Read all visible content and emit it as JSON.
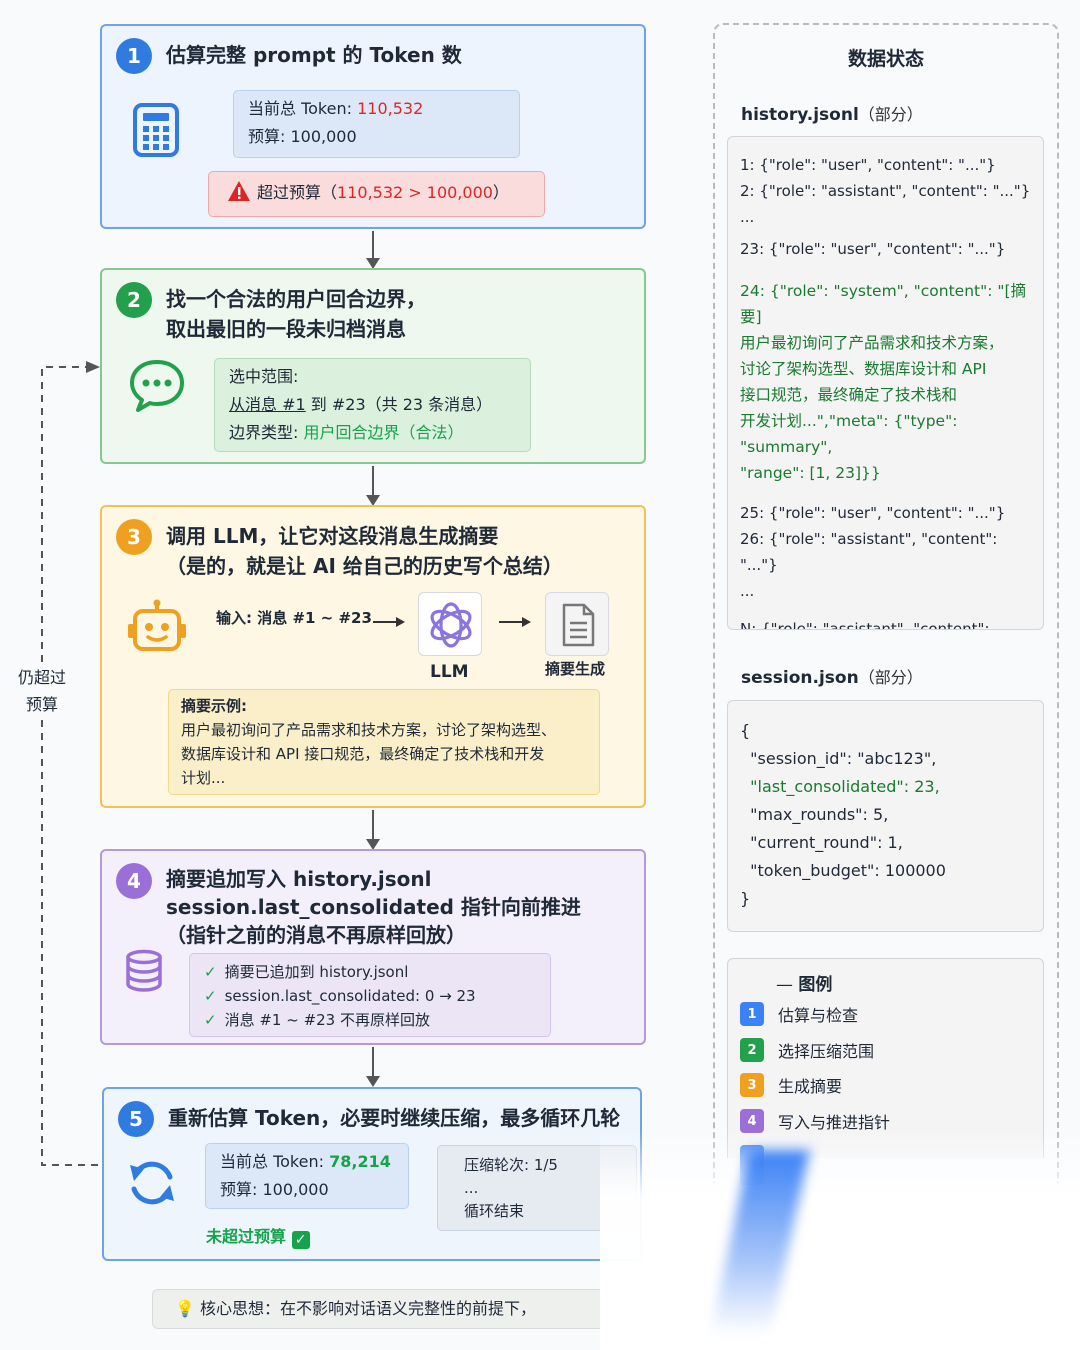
{
  "step1": {
    "num": "1",
    "title": "估算完整 prompt 的 Token 数",
    "current_label": "当前总 Token: ",
    "current_value": "110,532",
    "budget": "预算: 100,000",
    "warn_label": "超过预算（",
    "warn_value": "110,532 > 100,000",
    "warn_end": "）"
  },
  "step2": {
    "num": "2",
    "title_line1": "找一个合法的用户回合边界，",
    "title_line2": "取出最旧的一段未归档消息",
    "range_label": "选中范围:",
    "range_link": "从消息 #1",
    "range_rest": " 到 #23（共 23 条消息）",
    "boundary_label": "边界类型: ",
    "boundary_value": "用户回合边界（合法）"
  },
  "step3": {
    "num": "3",
    "title_line1": "调用 LLM，让它对这段消息生成摘要",
    "title_line2": "（是的，就是让 AI 给自己的历史写个总结）",
    "input_label": "输入: 消息 #1 ~ #23",
    "llm_label": "LLM",
    "summary_gen_label": "摘要生成",
    "example_title": "摘要示例:",
    "example_line1": "用户最初询问了产品需求和技术方案，讨论了架构选型、",
    "example_line2": "数据库设计和 API 接口规范，最终确定了技术栈和开发",
    "example_line3": "计划..."
  },
  "step4": {
    "num": "4",
    "title_line1": "摘要追加写入 history.jsonl",
    "title_line2": "session.last_consolidated 指针向前推进",
    "title_line3": "（指针之前的消息不再原样回放）",
    "checks": [
      "摘要已追加到 history.jsonl",
      "session.last_consolidated: 0 → 23",
      "消息 #1 ~ #23 不再原样回放"
    ]
  },
  "step5": {
    "num": "5",
    "title": "重新估算 Token，必要时继续压缩，最多循环几轮",
    "current_label": "当前总 Token: ",
    "current_value": "78,214",
    "budget": "预算: 100,000",
    "ok_label": "未超过预算",
    "rounds": "压缩轮次: 1/5",
    "ellipsis": "...",
    "loop_end": "循环结束"
  },
  "loop_label_line1": "仍超过",
  "loop_label_line2": "预算",
  "footer": "核心思想：在不影响对话语义完整性的前提下，",
  "panel": {
    "title": "数据状态",
    "history_title": "history.jsonl",
    "history_suffix": "（部分）",
    "history_lines": [
      "1: {\"role\": \"user\", \"content\": \"...\"}",
      "2: {\"role\": \"assistant\", \"content\": \"...\"}",
      "...",
      "23: {\"role\": \"user\", \"content\": \"...\"}"
    ],
    "history_summary": [
      "24: {\"role\": \"system\", \"content\": \"[摘要]",
      "用户最初询问了产品需求和技术方案，",
      "讨论了架构选型、数据库设计和 API",
      "接口规范，最终确定了技术栈和",
      "开发计划...\",\"meta\": {\"type\": \"summary\",",
      "\"range\": [1, 23]}}"
    ],
    "history_tail": [
      "25: {\"role\": \"user\", \"content\": \"...\"}",
      "26: {\"role\": \"assistant\", \"content\": \"...\"}",
      "...",
      "N: {\"role\": \"assistant\", \"content\": \"...\"}"
    ],
    "session_title": "session.json",
    "session_suffix": "（部分）",
    "session_lines": [
      "{",
      "  \"session_id\": \"abc123\",",
      "  \"last_consolidated\": 23,",
      "  \"max_rounds\": 5,",
      "  \"current_round\": 1,",
      "  \"token_budget\": 100000",
      "}"
    ],
    "legend_title": "图例",
    "legend": [
      {
        "num": "1",
        "label": "估算与检查",
        "color": "#3b82f6"
      },
      {
        "num": "2",
        "label": "选择压缩范围",
        "color": "#22a04b"
      },
      {
        "num": "3",
        "label": "生成摘要",
        "color": "#f0a020"
      },
      {
        "num": "4",
        "label": "写入与推进指针",
        "color": "#9b6fd8"
      }
    ]
  },
  "colors": {
    "blue": "#2f7be0",
    "green": "#22a04b",
    "orange": "#f0a020",
    "purple": "#9b6fd8"
  }
}
